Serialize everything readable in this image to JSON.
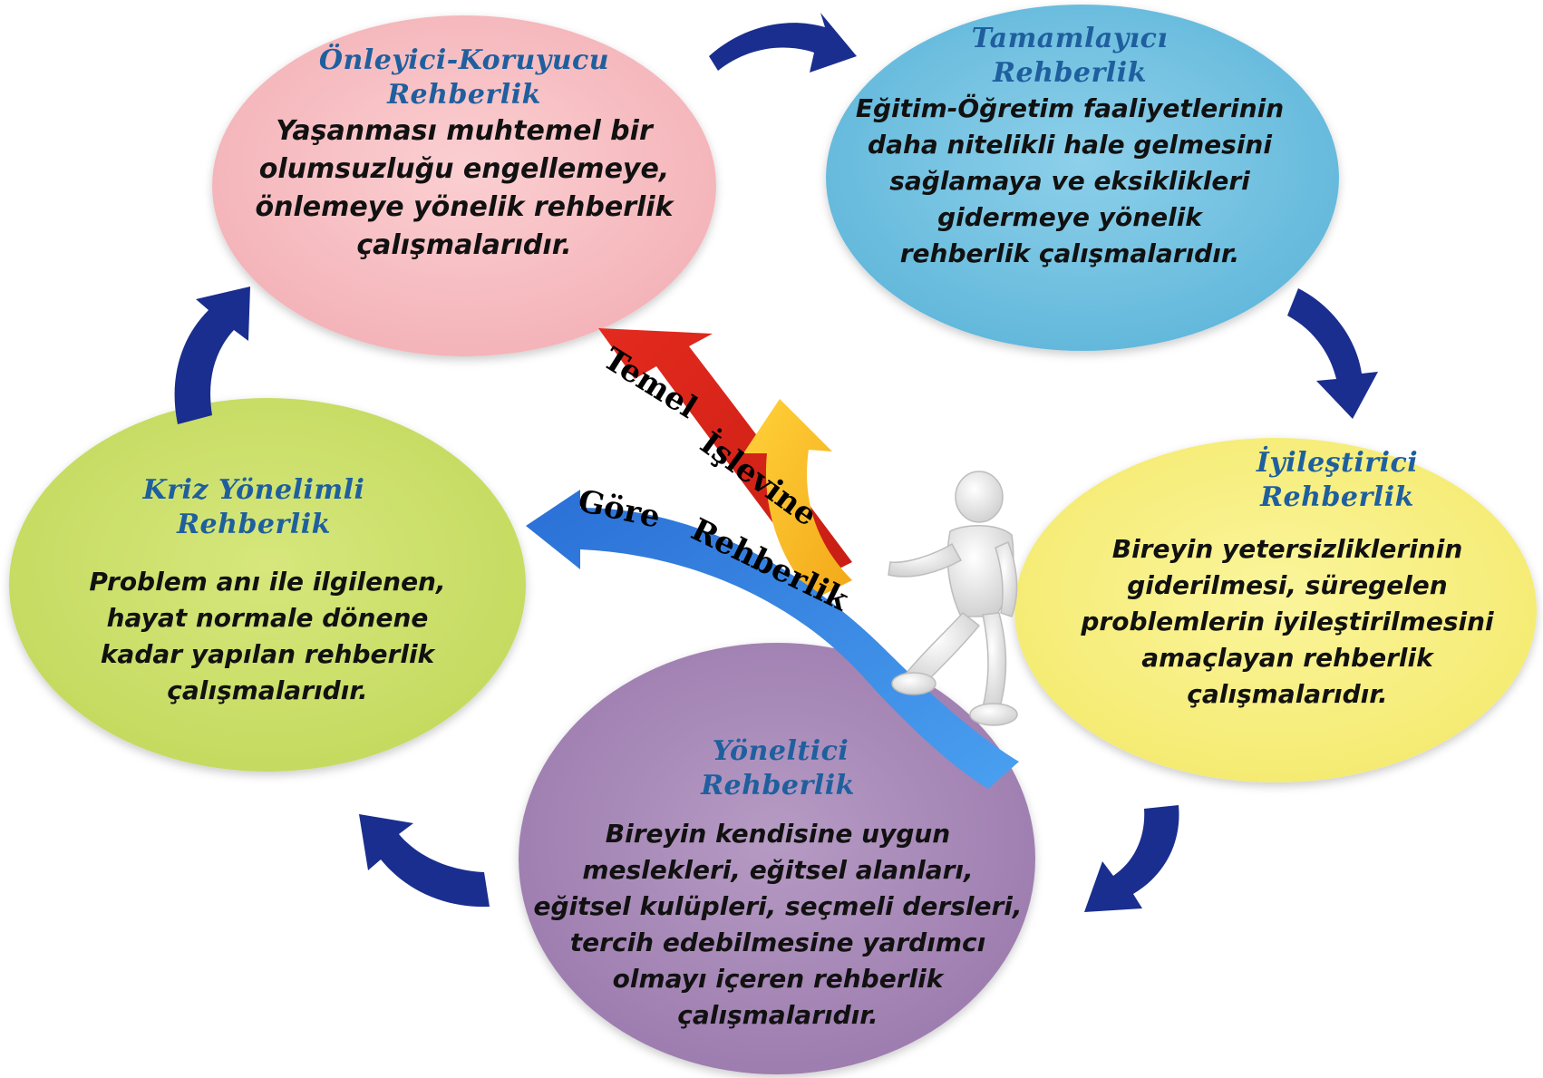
{
  "center": {
    "line1": "Temel",
    "line2": "İşlevine",
    "line3": "Göre",
    "line4": "Rehberlik"
  },
  "nodes": {
    "onleyici": {
      "title1": "Önleyici-Koruyucu",
      "title2": "Rehberlik",
      "body": [
        "Yaşanması muhtemel bir",
        "olumsuzluğu engellemeye,",
        "önlemeye yönelik rehberlik",
        "çalışmalarıdır."
      ]
    },
    "tamamlayici": {
      "title1": "Tamamlayıcı",
      "title2": "Rehberlik",
      "body": [
        "Eğitim-Öğretim faaliyetlerinin",
        "daha nitelikli hale gelmesini",
        "sağlamaya ve eksiklikleri",
        "gidermeye yönelik",
        "rehberlik çalışmalarıdır."
      ]
    },
    "iyilestirici": {
      "title1": "İyileştirici",
      "title2": "Rehberlik",
      "body": [
        "Bireyin yetersizliklerinin",
        "giderilmesi, süregelen",
        "problemlerin iyileştirilmesini",
        "amaçlayan rehberlik",
        "çalışmalarıdır."
      ]
    },
    "yoneltici": {
      "title1": "Yöneltici",
      "title2": "Rehberlik",
      "body": [
        "Bireyin kendisine uygun",
        "meslekleri, eğitsel alanları,",
        "eğitsel kulüpleri, seçmeli dersleri,",
        "tercih edebilmesine yardımcı",
        "olmayı içeren rehberlik",
        "çalışmalarıdır."
      ]
    },
    "kriz": {
      "title1": "Kriz Yönelimli",
      "title2": "Rehberlik",
      "body": [
        "Problem anı ile ilgilenen,",
        "hayat normale dönene",
        "kadar yapılan rehberlik",
        "çalışmalarıdır."
      ]
    }
  },
  "colors": {
    "pink": "#f6b8bd",
    "blue": "#6fbfe0",
    "yellow": "#f8ef7a",
    "purple": "#a889b8",
    "green": "#cce06a",
    "title": "#1f5f9e",
    "cycle_arrow": "#1a2e8f",
    "arrow_red": "#e42a1e",
    "arrow_yellow": "#f7c21c",
    "arrow_blue": "#2f7fe0"
  },
  "icons": {
    "figure": "walking-person-figure",
    "cycle": "curved-arrow-icon"
  }
}
